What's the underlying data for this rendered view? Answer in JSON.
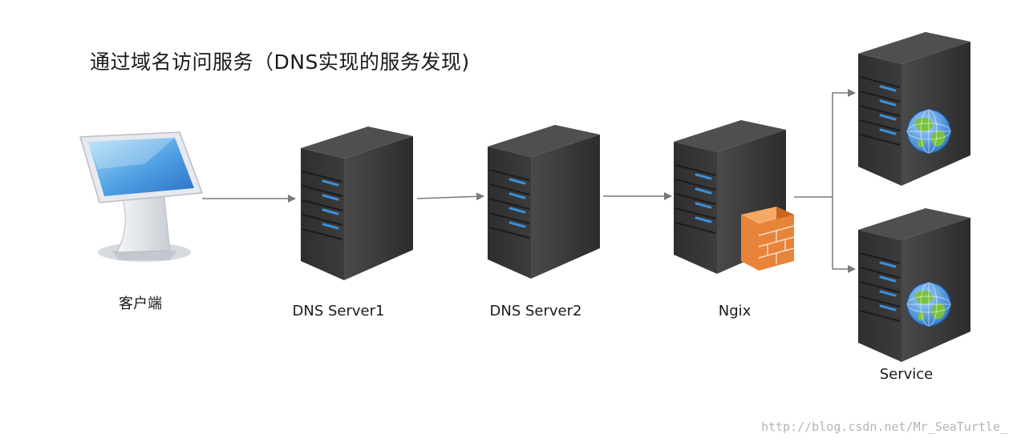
{
  "title": "通过域名访问服务（DNS实现的服务发现)",
  "nodes": {
    "client": {
      "label": "客户端",
      "icon": "kiosk-terminal-icon"
    },
    "dns1": {
      "label": "DNS Server1",
      "icon": "server-tower-icon"
    },
    "dns2": {
      "label": "DNS Server2",
      "icon": "server-tower-icon"
    },
    "nginx": {
      "label": "Ngix",
      "icon": "firewall-server-icon"
    },
    "service": {
      "label": "Service",
      "icon": "web-server-icon"
    }
  },
  "watermark": "http://blog.csdn.net/Mr_SeaTurtle_",
  "colors": {
    "server_body": "#3a3a3a",
    "server_light": "#3b8fd9",
    "connector": "#7a7a7a",
    "firewall": "#e8843a",
    "globe_water": "#3d8ee0",
    "globe_land": "#79c043"
  }
}
